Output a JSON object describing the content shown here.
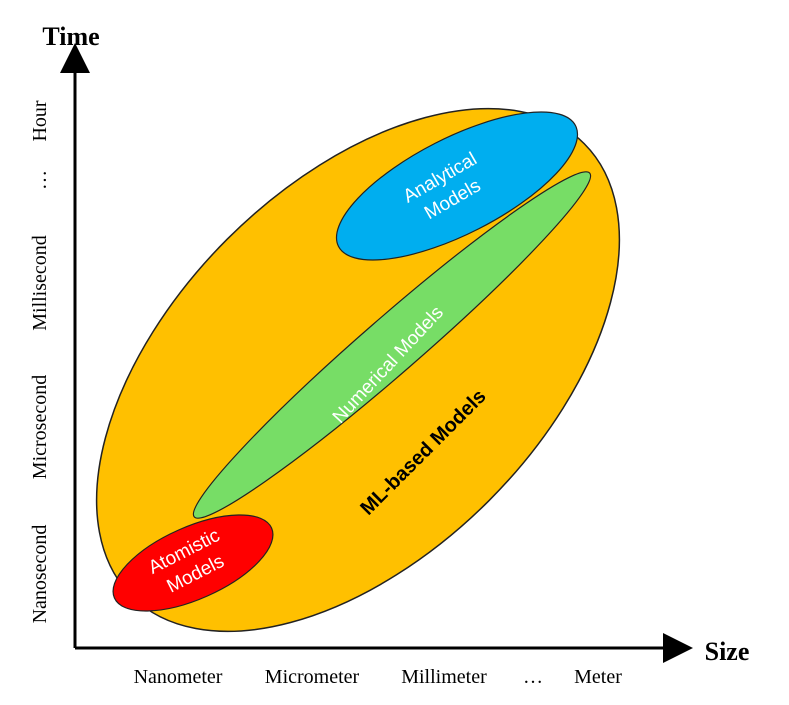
{
  "axes": {
    "y_title": "Time",
    "x_title": "Size",
    "y_ticks": [
      "Nanosecond",
      "Microsecond",
      "Millisecond",
      "…",
      "Hour"
    ],
    "x_ticks": [
      "Nanometer",
      "Micrometer",
      "Millimeter",
      "…",
      "Meter"
    ]
  },
  "regions": {
    "ml": {
      "line1": "ML-based Models"
    },
    "numerical": {
      "line1": "Numerical Models"
    },
    "analytical": {
      "line1": "Analytical",
      "line2": "Models"
    },
    "atomistic": {
      "line1": "Atomistic",
      "line2": "Models"
    }
  },
  "colors": {
    "ml": "#FFC000",
    "numerical": "#77DD66",
    "analytical": "#00AEEF",
    "atomistic": "#FF0000",
    "axis": "#000000"
  }
}
